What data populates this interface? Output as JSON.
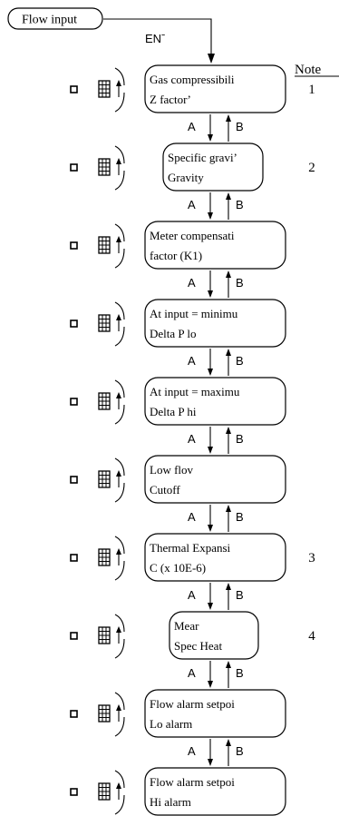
{
  "flow_input": "Flow input",
  "enter_label": "ENˉ",
  "note_header": "Note",
  "arrow_down_label": "A",
  "arrow_up_label": "B",
  "steps": [
    {
      "line1": "Gas compressibili",
      "line2": "Z factorʼ",
      "note": "1"
    },
    {
      "line1": "Specific graviʼ",
      "line2": "Gravity",
      "note": "2"
    },
    {
      "line1": "Meter compensati",
      "line2": "factor (K1)",
      "note": ""
    },
    {
      "line1": "At input = minimu",
      "line2": "Delta P lo",
      "note": ""
    },
    {
      "line1": "At input = maximu",
      "line2": "Delta P hi",
      "note": ""
    },
    {
      "line1": "Low flov",
      "line2": "Cutoff",
      "note": ""
    },
    {
      "line1": "Thermal Expansi",
      "line2": "C (x 10E-6)",
      "note": "3"
    },
    {
      "line1": "Mear",
      "line2": "Spec Heat",
      "note": "4"
    },
    {
      "line1": "Flow alarm setpoi",
      "line2": "Lo alarm",
      "note": ""
    },
    {
      "line1": "Flow alarm setpoi",
      "line2": "Hi alarm",
      "note": ""
    }
  ]
}
